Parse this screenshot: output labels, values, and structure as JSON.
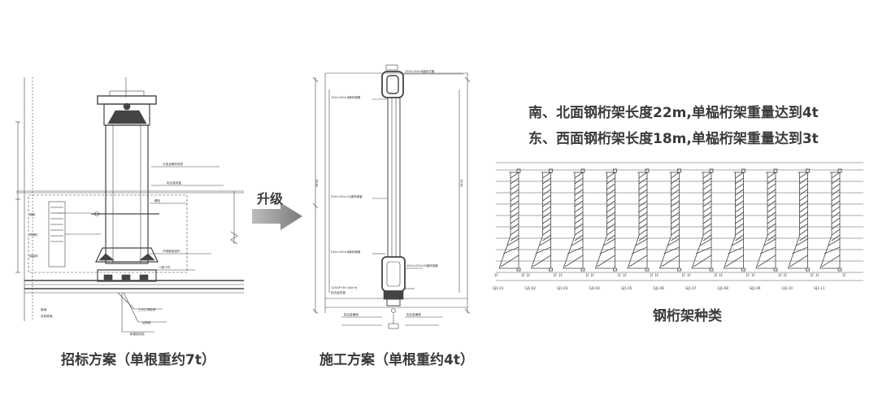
{
  "captions": {
    "left": "招标方案（单根重约7t）",
    "middle": "施工方案（单根重约4t）",
    "right": "钢桁架种类"
  },
  "arrow": {
    "label": "升级"
  },
  "headlines": {
    "line1": "南、北面钢桁架长度22m,单榀桁架重量达到4t",
    "line2": "东、西面钢桁架长度18m,单榀桁架重量达到3t"
  },
  "truss_labels": [
    "GJ1-01",
    "GJ1-02",
    "GJ1-03",
    "GJ1-04",
    "GJ1-05",
    "GJ1-06",
    "GJ1-07",
    "GJ1-08",
    "GJ1-09",
    "GJ1-10",
    "GJ1-11"
  ],
  "colors": {
    "line": "#444444",
    "arrow": "#8a8a8a",
    "background": "#ffffff"
  }
}
